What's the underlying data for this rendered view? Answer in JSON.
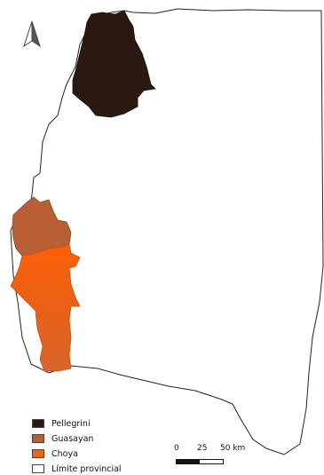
{
  "legend": {
    "items": [
      {
        "label": "Pellegrini",
        "color": "#2b1911"
      },
      {
        "label": "Guasayan",
        "color": "#b85f36"
      },
      {
        "label": "Choya",
        "color": "#f6620f"
      },
      {
        "label": "Límite provincial",
        "color": "#ffffff"
      }
    ]
  },
  "scale": {
    "labels": [
      "0",
      "25",
      "50 km"
    ]
  },
  "north_arrow": {
    "icon": "north-arrow-icon"
  },
  "colors": {
    "pellegrini": "#2b1911",
    "guasayan": "#b85f36",
    "choya": "#f6620f",
    "boundary": "#222222"
  }
}
